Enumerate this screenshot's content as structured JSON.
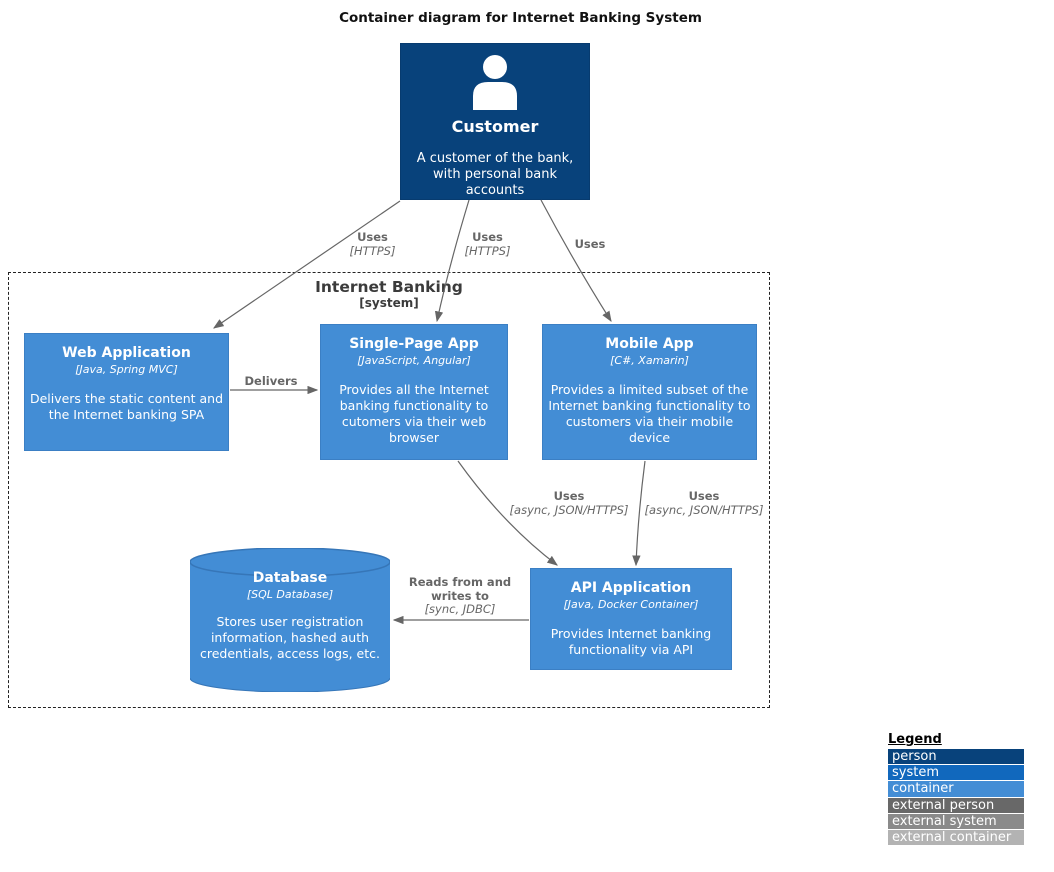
{
  "title": "Container diagram for Internet Banking System",
  "boundary": {
    "name": "Internet Banking",
    "type": "[system]"
  },
  "nodes": {
    "customer": {
      "name": "Customer",
      "description": "A customer of the bank, with personal bank accounts"
    },
    "web_app": {
      "name": "Web Application",
      "tech": "[Java, Spring MVC]",
      "description": "Delivers the static content and the Internet banking SPA"
    },
    "spa": {
      "name": "Single-Page App",
      "tech": "[JavaScript, Angular]",
      "description": "Provides all the Internet banking functionality to cutomers via their web browser"
    },
    "mobile": {
      "name": "Mobile App",
      "tech": "[C#, Xamarin]",
      "description": "Provides a limited subset of the Internet banking functionality to customers via their mobile device"
    },
    "api": {
      "name": "API Application",
      "tech": "[Java, Docker Container]",
      "description": "Provides Internet banking functionality via API"
    },
    "database": {
      "name": "Database",
      "tech": "[SQL Database]",
      "description": "Stores user registration information, hashed auth credentials, access logs, etc."
    }
  },
  "edges": {
    "customer_webapp": {
      "label": "Uses",
      "tech": "[HTTPS]"
    },
    "customer_spa": {
      "label": "Uses",
      "tech": "[HTTPS]"
    },
    "customer_mobile": {
      "label": "Uses",
      "tech": ""
    },
    "webapp_spa": {
      "label": "Delivers",
      "tech": ""
    },
    "spa_api": {
      "label": "Uses",
      "tech": "[async, JSON/HTTPS]"
    },
    "mobile_api": {
      "label": "Uses",
      "tech": "[async, JSON/HTTPS]"
    },
    "api_db": {
      "label": "Reads from and writes to",
      "tech": "[sync, JDBC]"
    }
  },
  "legend": {
    "title": "Legend",
    "items": [
      {
        "label": "person",
        "color": "#08427b"
      },
      {
        "label": "system",
        "color": "#1168bd"
      },
      {
        "label": "container",
        "color": "#438dd5"
      },
      {
        "label": "external person",
        "color": "#686868"
      },
      {
        "label": "external system",
        "color": "#8a8a8a"
      },
      {
        "label": "external container",
        "color": "#b3b3b3"
      }
    ]
  },
  "colors": {
    "person": "#08427b",
    "system": "#1168bd",
    "container": "#438dd5",
    "external_person": "#686868",
    "external_system": "#8a8a8a",
    "external_container": "#b3b3b3",
    "arrow": "#666666"
  }
}
